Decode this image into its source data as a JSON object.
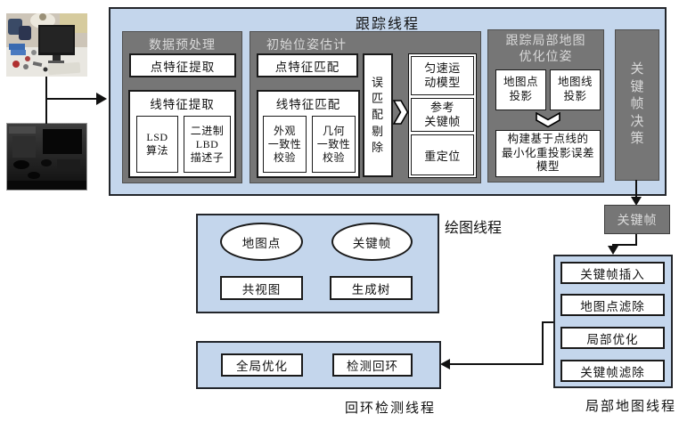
{
  "colors": {
    "panel_blue": "#c4d6ec",
    "group_gray": "#767676",
    "gray_title_text": "#d9d9d9",
    "line_black": "#111111"
  },
  "inputs": {
    "rgb_image": "rgb-camera-frame",
    "depth_image": "depth-frame"
  },
  "tracking": {
    "title": "跟踪线程",
    "preprocess": {
      "title": "数据预处理",
      "point_extraction": "点特征提取",
      "line_extraction": "线特征提取",
      "lsd_algorithm": "LSD\n算法",
      "lbd_descriptor": "二进制\nLBD\n描述子"
    },
    "initial_pose": {
      "title": "初始位姿估计",
      "point_matching": "点特征匹配",
      "line_matching": "线特征匹配",
      "appearance_check": "外观\n一致性\n校验",
      "geometry_check": "几何\n一致性\n校验",
      "mismatch_removal": "误匹配剔除",
      "motion_model": "匀速运\n动模型",
      "reference_keyframe": "参考\n关键帧",
      "relocalization": "重定位"
    },
    "local_map_optimization": {
      "title": "跟踪局部地图\n优化位姿",
      "map_point_projection": "地图点\n投影",
      "map_line_projection": "地图线\n投影",
      "reprojection_model": "构建基于点线的\n最小化重投影误差\n模型"
    },
    "keyframe_decision": "关键帧决策"
  },
  "keyframe_link": {
    "label": "关键帧"
  },
  "mapping": {
    "title": "绘图线程",
    "map_points": "地图点",
    "keyframes": "关键帧",
    "covisibility_graph": "共视图",
    "spanning_tree": "生成树"
  },
  "local_mapping": {
    "title": "局部地图线程",
    "steps": [
      "关键帧插入",
      "地图点滤除",
      "局部优化",
      "关键帧滤除"
    ]
  },
  "loop_closing": {
    "title": "回环检测线程",
    "global_optimization": "全局优化",
    "loop_detection": "检测回环"
  },
  "icons": {
    "chevron_right": "chevron-right",
    "chevron_down": "chevron-down"
  }
}
